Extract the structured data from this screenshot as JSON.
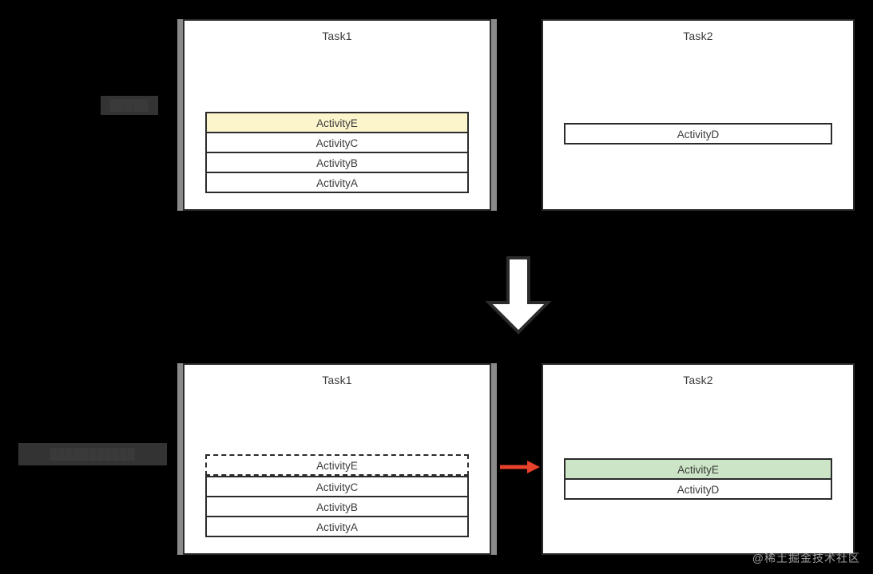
{
  "figure": {
    "background_color": "#000000",
    "accent_red": "#e8412c",
    "highlight_yellow": "#fcf5cc",
    "highlight_green": "#cbe5c6",
    "border_color": "#2b2b2b",
    "shadow_bar_color": "#8a8a8a"
  },
  "labels": {
    "before": "█████",
    "after": "███████████"
  },
  "states": {
    "before": {
      "task1": {
        "title": "Task1",
        "activities": [
          {
            "label": "ActivityE",
            "style": "highlight-yellow"
          },
          {
            "label": "ActivityC",
            "style": "normal"
          },
          {
            "label": "ActivityB",
            "style": "normal"
          },
          {
            "label": "ActivityA",
            "style": "normal"
          }
        ]
      },
      "task2": {
        "title": "Task2",
        "activities": [
          {
            "label": "ActivityD",
            "style": "normal"
          }
        ]
      }
    },
    "after": {
      "task1": {
        "title": "Task1",
        "activities": [
          {
            "label": "ActivityE",
            "style": "detached"
          },
          {
            "label": "ActivityC",
            "style": "normal"
          },
          {
            "label": "ActivityB",
            "style": "normal"
          },
          {
            "label": "ActivityA",
            "style": "normal"
          }
        ]
      },
      "task2": {
        "title": "Task2",
        "activities": [
          {
            "label": "ActivityE",
            "style": "highlight-green"
          },
          {
            "label": "ActivityD",
            "style": "normal"
          }
        ]
      }
    }
  },
  "arrows": {
    "transition": {
      "icon": "arrow-down-icon",
      "direction": "down"
    },
    "transfer": {
      "icon": "arrow-right-icon",
      "direction": "right",
      "color": "#e8412c"
    }
  },
  "watermark": {
    "text": "@稀土掘金技术社区"
  }
}
